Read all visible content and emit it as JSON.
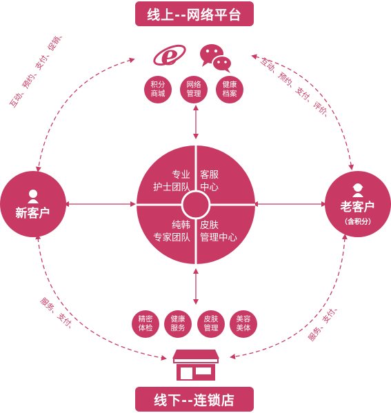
{
  "top_banner": "线上--网络平台",
  "bottom_banner": "线下--连锁店",
  "online_items": [
    "积分\n商城",
    "网络\n管理",
    "健康\n档案"
  ],
  "offline_items": [
    "精密\n体检",
    "健康\n服务",
    "皮肤\n管理",
    "美容\n美体"
  ],
  "new_customer": {
    "title": "新客户"
  },
  "old_customer": {
    "title": "老客户",
    "subtitle": "（含积分）"
  },
  "center": {
    "q1": "专业\n护士团队",
    "q2": "客服\n中心",
    "q3": "纯韩\n专家团队",
    "q4": "皮肤\n管理中心"
  },
  "labels": {
    "top_left": "互动、预约、支付、促销、",
    "top_right": "互动、预约、支付、评价、",
    "bottom_left": "服务、支付、",
    "bottom_right": "服务、支付、"
  },
  "icons": {
    "ie": "internet-explorer-icon",
    "wechat": "wechat-icon",
    "store": "storefront-icon",
    "person_new": "person-female-icon",
    "person_old": "person-headset-icon"
  },
  "colors": {
    "primary": "#c83a64"
  }
}
